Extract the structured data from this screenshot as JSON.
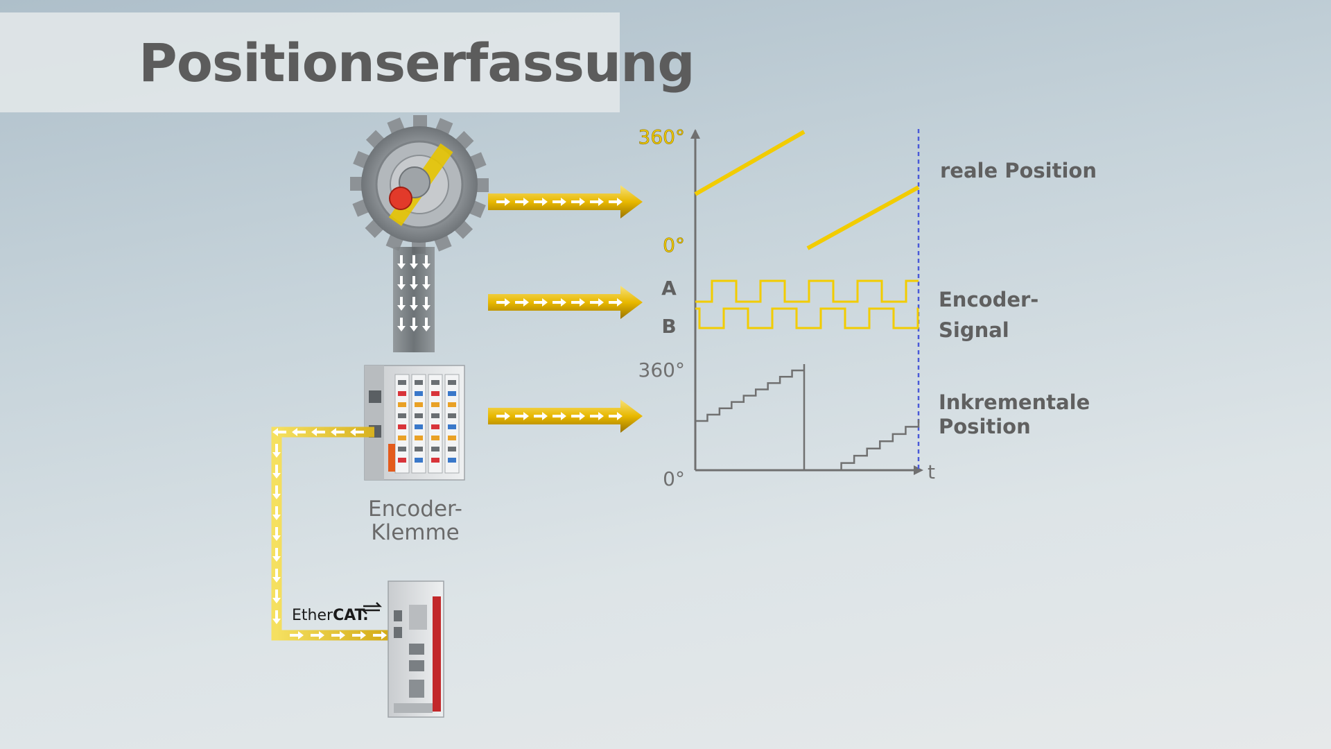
{
  "title": "Positionserfassung",
  "diagram": {
    "encoder_terminal_label": [
      "Encoder-",
      "Klemme"
    ],
    "ethercat_label": {
      "ether": "Ether",
      "cat": "CAT",
      "mark": "."
    },
    "chart_labels": {
      "real_position": "reale Position",
      "encoder_signal": [
        "Encoder-",
        "Signal"
      ],
      "incremental_position": [
        "Inkrementale",
        "Position"
      ],
      "deg_360": "360°",
      "deg_0": "0°",
      "signal_a": "A",
      "signal_b": "B",
      "time_axis": "t"
    }
  },
  "colors": {
    "signal_yellow": "#f2cc00",
    "axis_gray": "#707070",
    "label_gray": "#606060",
    "cursor_blue": "#4a5ad8"
  }
}
